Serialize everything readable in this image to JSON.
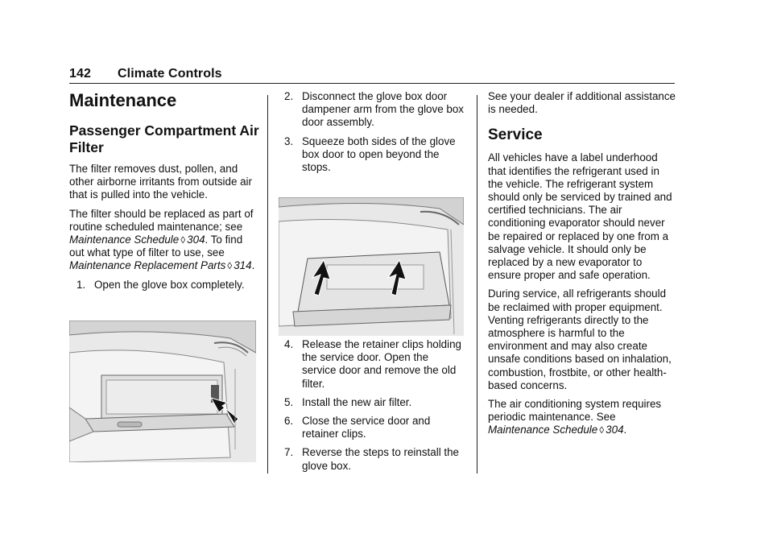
{
  "header": {
    "page_number": "142",
    "section": "Climate Controls"
  },
  "col1": {
    "title": "Maintenance",
    "subtitle": "Passenger Compartment Air Filter",
    "para1": "The filter removes dust, pollen, and other airborne irritants from outside air that is pulled into the vehicle.",
    "para2_a": "The filter should be replaced as part of routine scheduled maintenance; see ",
    "para2_ref": "Maintenance Schedule",
    "para2_ref_page": "304",
    "para2_b": ". To find out what type of filter to use, see ",
    "para2_ref2": "Maintenance Replacement Parts",
    "para2_ref2_page": "314",
    "para2_end": ".",
    "step1_num": "1.",
    "step1": "Open the glove box completely."
  },
  "col2": {
    "steps": [
      {
        "num": "2.",
        "text": "Disconnect the glove box door dampener arm from the glove box door assembly."
      },
      {
        "num": "3.",
        "text": "Squeeze both sides of the glove box door to open beyond the stops."
      },
      {
        "num": "4.",
        "text": "Release the retainer clips holding the service door. Open the service door and remove the old filter."
      },
      {
        "num": "5.",
        "text": "Install the new air filter."
      },
      {
        "num": "6.",
        "text": "Close the service door and retainer clips."
      },
      {
        "num": "7.",
        "text": "Reverse the steps to reinstall the glove box."
      }
    ]
  },
  "col3": {
    "para1": "See your dealer if additional assistance is needed.",
    "title": "Service",
    "para2": "All vehicles have a label underhood that identifies the refrigerant used in the vehicle. The refrigerant system should only be serviced by trained and certified technicians. The air conditioning evaporator should never be repaired or replaced by one from a salvage vehicle. It should only be replaced by a new evaporator to ensure proper and safe operation.",
    "para3": "During service, all refrigerants should be reclaimed with proper equipment. Venting refrigerants directly to the atmosphere is harmful to the environment and may also create unsafe conditions based on inhalation, combustion, frostbite, or other health-based concerns.",
    "para4": "The air conditioning system requires periodic maintenance. See ",
    "para4_ref": "Maintenance Schedule",
    "para4_ref_page": "304",
    "para4_end": "."
  },
  "icons": {
    "xref": "cross-reference-arrow-icon"
  }
}
